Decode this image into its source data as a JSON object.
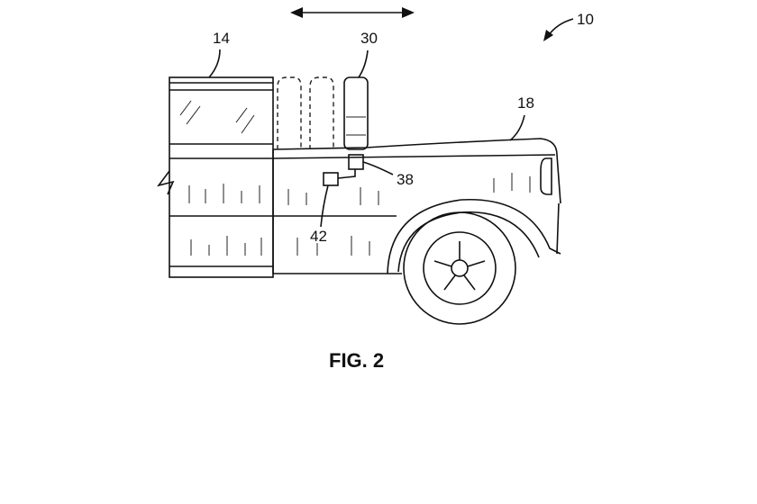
{
  "figure": {
    "caption": "FIG. 2",
    "labels": {
      "vehicle": "10",
      "trailer": "14",
      "truck": "18",
      "seat": "30",
      "actuator": "38",
      "controller": "42"
    }
  }
}
